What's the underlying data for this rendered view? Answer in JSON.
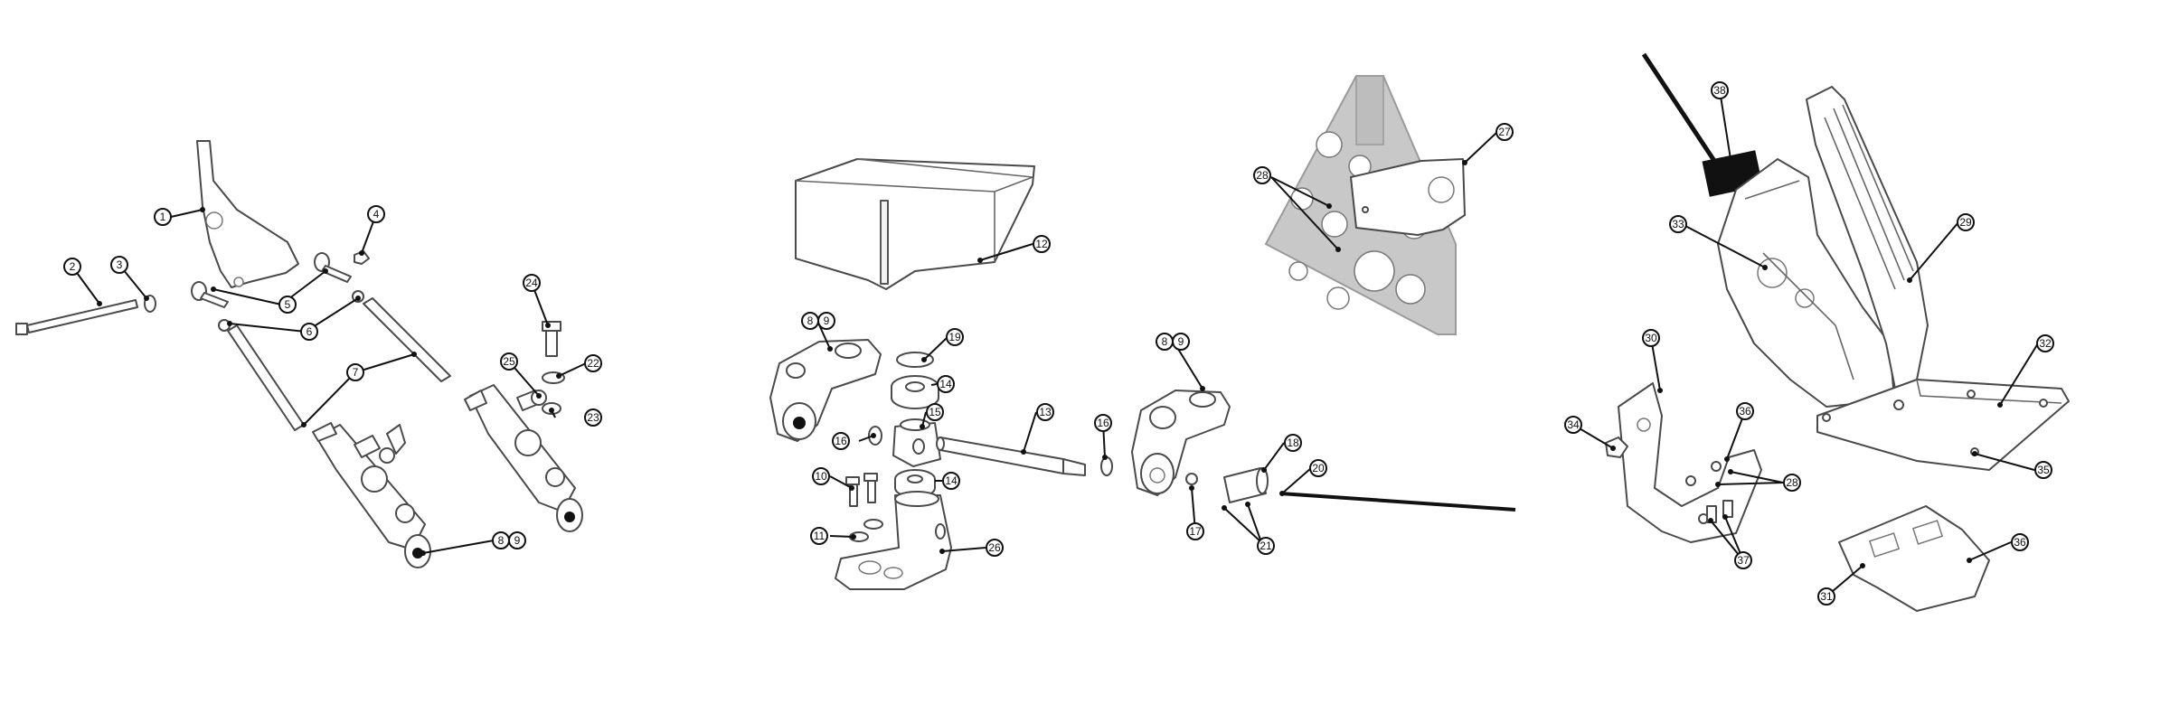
{
  "diagram": {
    "palette": {
      "line": "#4a4a4a",
      "leader": "#111111",
      "background": "#ffffff",
      "bracket_fill": "#c8c8c8",
      "label_block": "#111111"
    },
    "callouts": {
      "c1": "1",
      "c2": "2",
      "c3": "3",
      "c4": "4",
      "c5": "5",
      "c6": "6",
      "c7": "7",
      "c8": "8",
      "c9": "9",
      "c10": "10",
      "c11": "11",
      "c12": "12",
      "c13": "13",
      "c14": "14",
      "c15": "15",
      "c16": "16",
      "c17": "17",
      "c18": "18",
      "c19": "19",
      "c20": "20",
      "c21": "21",
      "c22": "22",
      "c23": "23",
      "c24": "24",
      "c25": "25",
      "c26": "26",
      "c27": "27",
      "c28": "28",
      "c29": "29",
      "c30": "30",
      "c31": "31",
      "c32": "32",
      "c33": "33",
      "c34": "34",
      "c35": "35",
      "c36": "36",
      "c37": "37",
      "c38": "38"
    }
  }
}
